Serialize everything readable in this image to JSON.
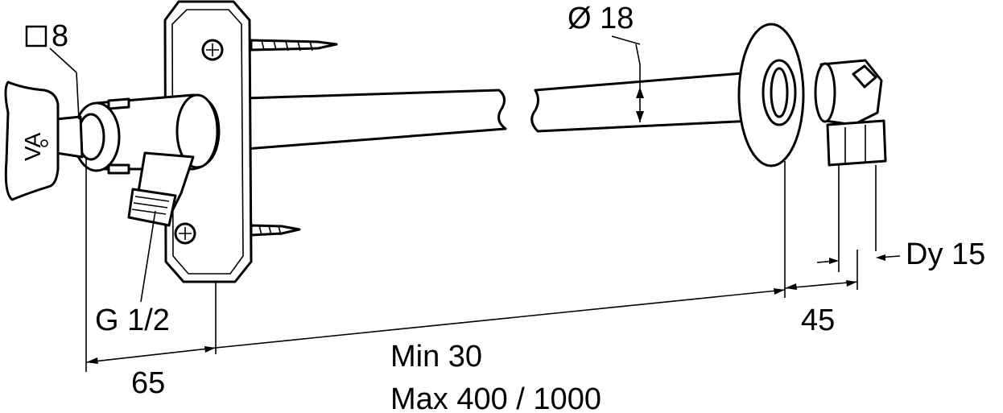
{
  "labels": {
    "square_size": "8",
    "diameter": "Ø 18",
    "thread": "G 1/2",
    "dim_65": "65",
    "min_length": "Min 30",
    "max_length": "Max 400 / 1000",
    "dim_45": "45",
    "dy": "Dy 15",
    "key_marking": "VA"
  },
  "colors": {
    "line": "#000000",
    "background": "#ffffff"
  }
}
